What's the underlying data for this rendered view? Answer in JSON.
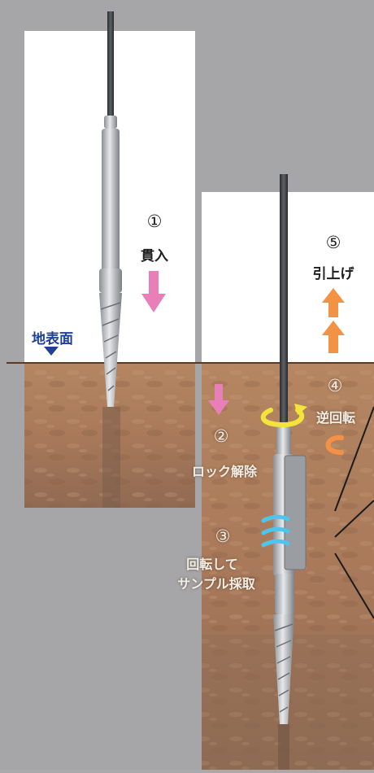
{
  "ground_label": "地表面",
  "steps": [
    {
      "number": "①",
      "label": "貫入"
    },
    {
      "number": "②",
      "label": "ロック解除"
    },
    {
      "number": "③",
      "label_line1": "回転して",
      "label_line2": "サンプル採取"
    },
    {
      "number": "④",
      "label": "逆回転"
    },
    {
      "number": "⑤",
      "label": "引上げ"
    }
  ],
  "colors": {
    "pink_arrow": "#e97fb8",
    "orange_arrow": "#f39245",
    "yellow_rotation": "#f3e33a",
    "cyan_rotation": "#4bc7ee",
    "soil": "#a87a5b",
    "sky_panel": "#ffffff",
    "ground_line": "#5a3a25"
  }
}
